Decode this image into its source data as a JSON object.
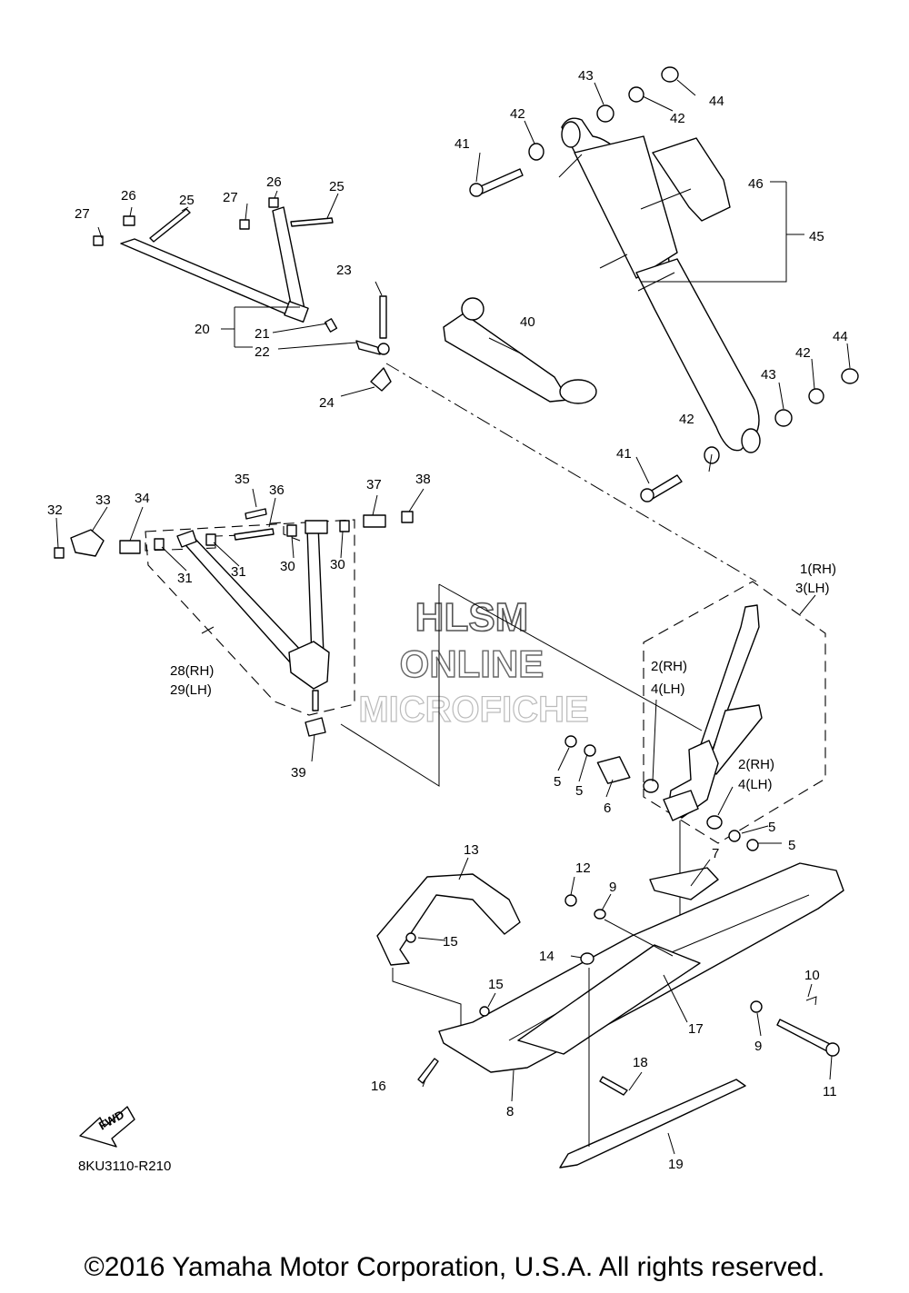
{
  "watermark": {
    "line1": "HLSM",
    "line2": "ONLINE",
    "line3": "MICROFICHE"
  },
  "fwd_label": "FWD",
  "drawing_code": "8KU3110-R210",
  "copyright": "©2016 Yamaha Motor Corporation, U.S.A. All rights reserved.",
  "callouts": {
    "c1": "1(RH)",
    "c3": "3(LH)",
    "c2a": "2(RH)",
    "c4a": "4(LH)",
    "c2b": "2(RH)",
    "c4b": "4(LH)",
    "c5a": "5",
    "c5b": "5",
    "c5c": "5",
    "c5d": "5",
    "c6": "6",
    "c7": "7",
    "c8": "8",
    "c9a": "9",
    "c9b": "9",
    "c10": "10",
    "c11": "11",
    "c12": "12",
    "c13": "13",
    "c14": "14",
    "c15a": "15",
    "c15b": "15",
    "c16": "16",
    "c17": "17",
    "c18": "18",
    "c19": "19",
    "c20": "20",
    "c21": "21",
    "c22": "22",
    "c23": "23",
    "c24": "24",
    "c25a": "25",
    "c25b": "25",
    "c26a": "26",
    "c26b": "26",
    "c27a": "27",
    "c27b": "27",
    "c28": "28(RH)",
    "c29": "29(LH)",
    "c30a": "30",
    "c30b": "30",
    "c31a": "31",
    "c31b": "31",
    "c32": "32",
    "c33": "33",
    "c34": "34",
    "c35": "35",
    "c36": "36",
    "c37": "37",
    "c38": "38",
    "c39": "39",
    "c40": "40",
    "c41a": "41",
    "c41b": "41",
    "c42a": "42",
    "c42b": "42",
    "c42c": "42",
    "c42d": "42",
    "c43a": "43",
    "c43b": "43",
    "c44a": "44",
    "c44b": "44",
    "c45": "45",
    "c46": "46"
  }
}
